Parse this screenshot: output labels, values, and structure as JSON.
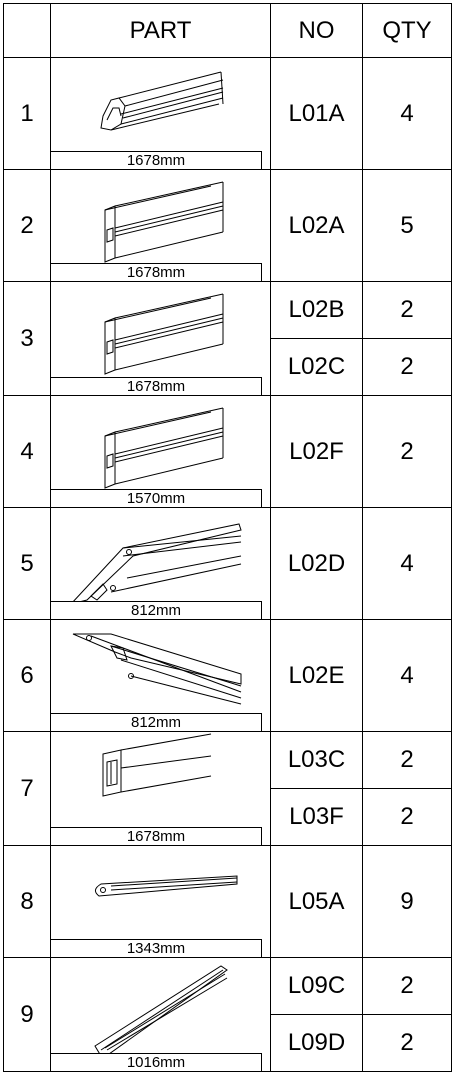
{
  "headers": {
    "index": "",
    "part": "PART",
    "no": "NO",
    "qty": "QTY"
  },
  "rows": [
    {
      "index": "1",
      "length": "1678mm",
      "icon": "profile-round-icon",
      "items": [
        {
          "no": "L01A",
          "qty": "4"
        }
      ]
    },
    {
      "index": "2",
      "length": "1678mm",
      "icon": "profile-flat-icon",
      "items": [
        {
          "no": "L02A",
          "qty": "5"
        }
      ]
    },
    {
      "index": "3",
      "length": "1678mm",
      "icon": "profile-flat-icon",
      "items": [
        {
          "no": "L02B",
          "qty": "2"
        },
        {
          "no": "L02C",
          "qty": "2"
        }
      ]
    },
    {
      "index": "4",
      "length": "1570mm",
      "icon": "profile-flat-icon",
      "items": [
        {
          "no": "L02F",
          "qty": "2"
        }
      ]
    },
    {
      "index": "5",
      "length": "812mm",
      "icon": "profile-angled-up-icon",
      "items": [
        {
          "no": "L02D",
          "qty": "4"
        }
      ]
    },
    {
      "index": "6",
      "length": "812mm",
      "icon": "profile-angled-down-icon",
      "items": [
        {
          "no": "L02E",
          "qty": "4"
        }
      ]
    },
    {
      "index": "7",
      "length": "1678mm",
      "icon": "profile-box-icon",
      "items": [
        {
          "no": "L03C",
          "qty": "2"
        },
        {
          "no": "L03F",
          "qty": "2"
        }
      ]
    },
    {
      "index": "8",
      "length": "1343mm",
      "icon": "profile-tapered-icon",
      "items": [
        {
          "no": "L05A",
          "qty": "9"
        }
      ]
    },
    {
      "index": "9",
      "length": "1016mm",
      "icon": "profile-diagonal-icon",
      "items": [
        {
          "no": "L09C",
          "qty": "2"
        },
        {
          "no": "L09D",
          "qty": "2"
        }
      ]
    }
  ]
}
